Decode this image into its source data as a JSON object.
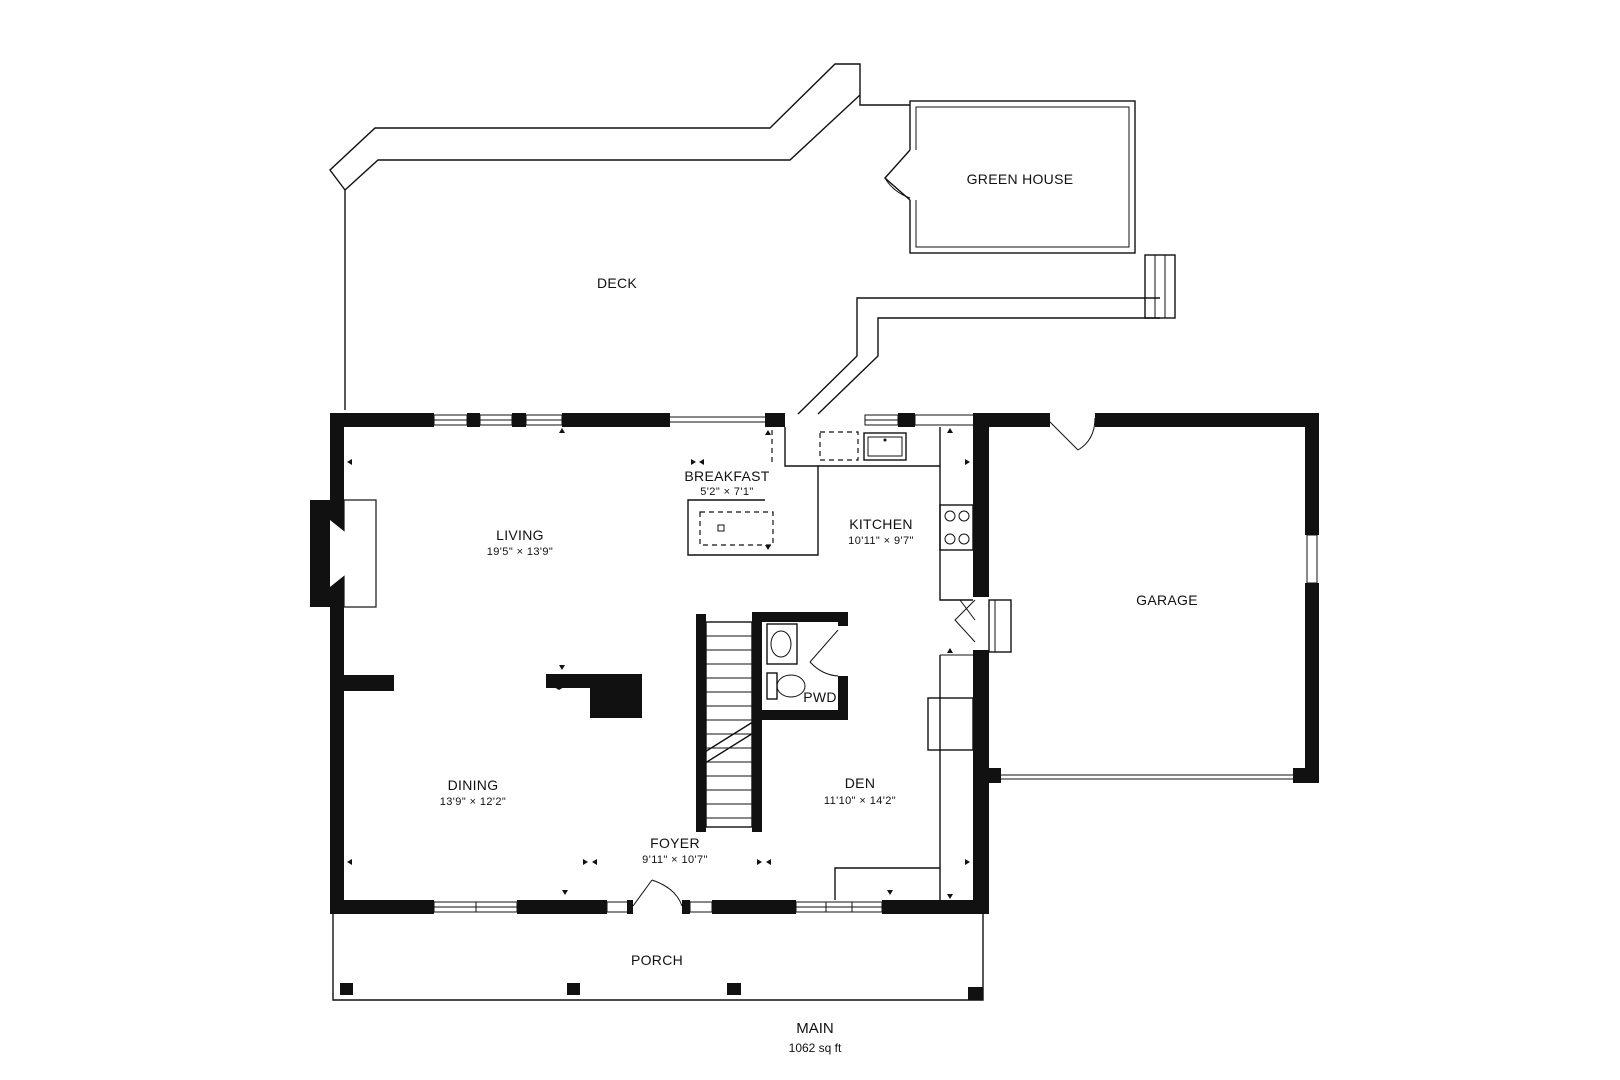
{
  "plan": {
    "floor_name": "MAIN",
    "floor_area": "1062 sq ft",
    "rooms": {
      "deck": {
        "name": "DECK"
      },
      "green_house": {
        "name": "GREEN HOUSE"
      },
      "breakfast": {
        "name": "BREAKFAST",
        "dims": "5'2\" × 7'1\""
      },
      "living": {
        "name": "LIVING",
        "dims": "19'5\" × 13'9\""
      },
      "kitchen": {
        "name": "KITCHEN",
        "dims": "10'11\" × 9'7\""
      },
      "garage": {
        "name": "GARAGE"
      },
      "pwd": {
        "name": "PWD"
      },
      "dining": {
        "name": "DINING",
        "dims": "13'9\" × 12'2\""
      },
      "den": {
        "name": "DEN",
        "dims": "11'10\" × 14'2\""
      },
      "foyer": {
        "name": "FOYER",
        "dims": "9'11\" × 10'7\""
      },
      "porch": {
        "name": "PORCH"
      }
    },
    "colors": {
      "wall": "#111111",
      "background": "#ffffff"
    }
  }
}
